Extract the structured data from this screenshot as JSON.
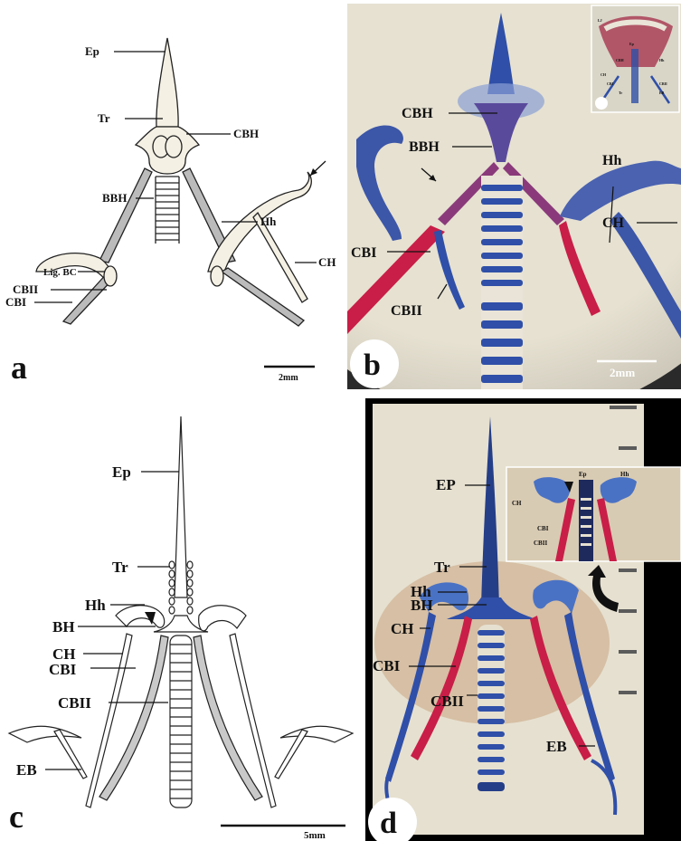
{
  "panels": {
    "a": {
      "letter": "a",
      "labels": {
        "ep": "Ep",
        "tr": "Tr",
        "cbh": "CBH",
        "bbh": "BBH",
        "hh": "Hh",
        "lig": "Lig. BC",
        "cbii": "CBII",
        "cbi": "CBI",
        "ch": "CH"
      },
      "scale": "2mm"
    },
    "b": {
      "letter": "b",
      "labels": {
        "cbh": "CBH",
        "bbh": "BBH",
        "hh": "Hh",
        "cbi": "CBI",
        "ch": "CH",
        "cbii": "CBII"
      },
      "scale": "2mm",
      "inset_labels": {
        "lj": "LJ",
        "ep": "Ep",
        "cbh": "CBH",
        "hh": "Hh",
        "ch": "CH",
        "cbi": "CBI",
        "cbii": "CBII",
        "tr": "Tr",
        "eb": "EB"
      }
    },
    "c": {
      "letter": "c",
      "labels": {
        "ep": "Ep",
        "tr": "Tr",
        "hh": "Hh",
        "bh": "BH",
        "ch": "CH",
        "cbi": "CBI",
        "cbii": "CBII",
        "eb": "EB"
      },
      "scale": "5mm"
    },
    "d": {
      "letter": "d",
      "labels": {
        "ep": "EP",
        "tr": "Tr",
        "hh": "Hh",
        "bh": "BH",
        "ch": "CH",
        "cbi": "CBI",
        "cbii": "CBII",
        "eb": "EB"
      },
      "inset_labels": {
        "ep": "Ep",
        "hh": "Hh",
        "ch": "CH",
        "cbi": "CBI",
        "cbii": "CBII"
      }
    }
  },
  "colors": {
    "cartilage_blue": "#2f4fa8",
    "bone_red": "#c81e47",
    "photo_bg": "#e9e4d7",
    "black": "#000000"
  }
}
